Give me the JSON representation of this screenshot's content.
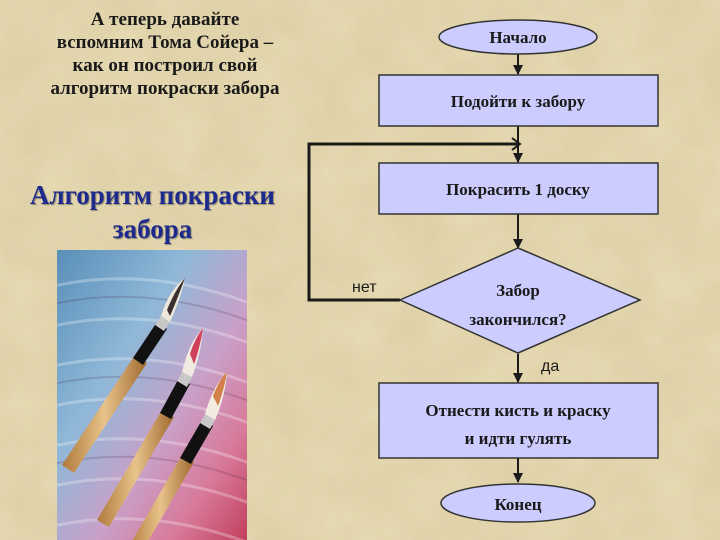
{
  "intro": {
    "lines": [
      "А теперь давайте",
      "вспомним Тома Сойера –",
      "как он построил свой",
      "алгоритм покраски забора"
    ]
  },
  "algorithm_title": {
    "lines": [
      "Алгоритм покраски",
      "забора"
    ]
  },
  "flowchart": {
    "start": "Начало",
    "step1": "Подойти к забору",
    "step2": "Покрасить 1 доску",
    "decision": [
      "Забор",
      "закончился?"
    ],
    "label_no": "нет",
    "label_yes": "да",
    "step3": [
      "Отнести кисть и краску",
      "и идти гулять"
    ],
    "end": "Конец"
  },
  "colors": {
    "background": "#e8dcb4",
    "node_fill": "#ccccff",
    "node_stroke": "#333333",
    "title_color": "#1f2b8c"
  },
  "image": {
    "subject": "paint-brushes-photo"
  }
}
